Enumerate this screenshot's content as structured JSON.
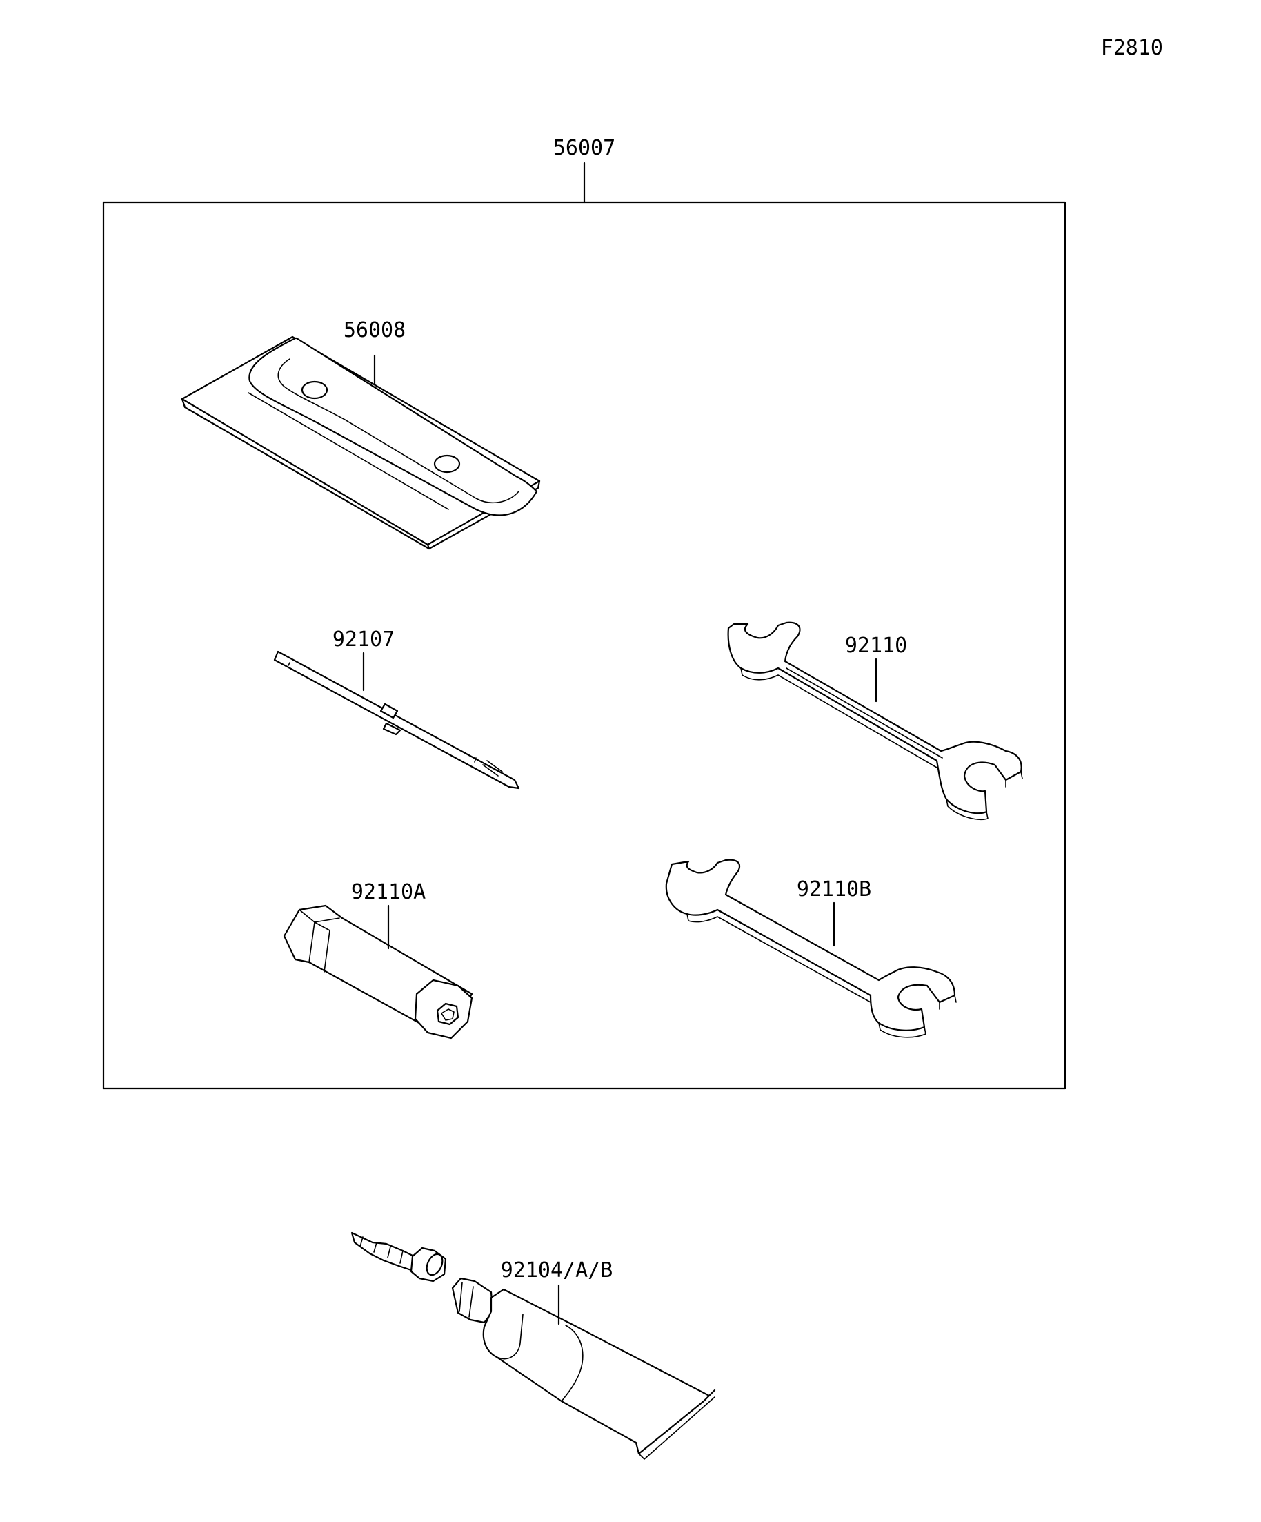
{
  "figure_code": "F2810",
  "parts": {
    "tool_kit": "56007",
    "tool_bag": "56008",
    "screwdriver": "92107",
    "wrench_a": "92110",
    "spark_plug_wrench": "92110A",
    "wrench_b": "92110B",
    "grease_tube": "92104/A/B"
  },
  "colors": {
    "line": "#000000",
    "background": "#ffffff"
  }
}
